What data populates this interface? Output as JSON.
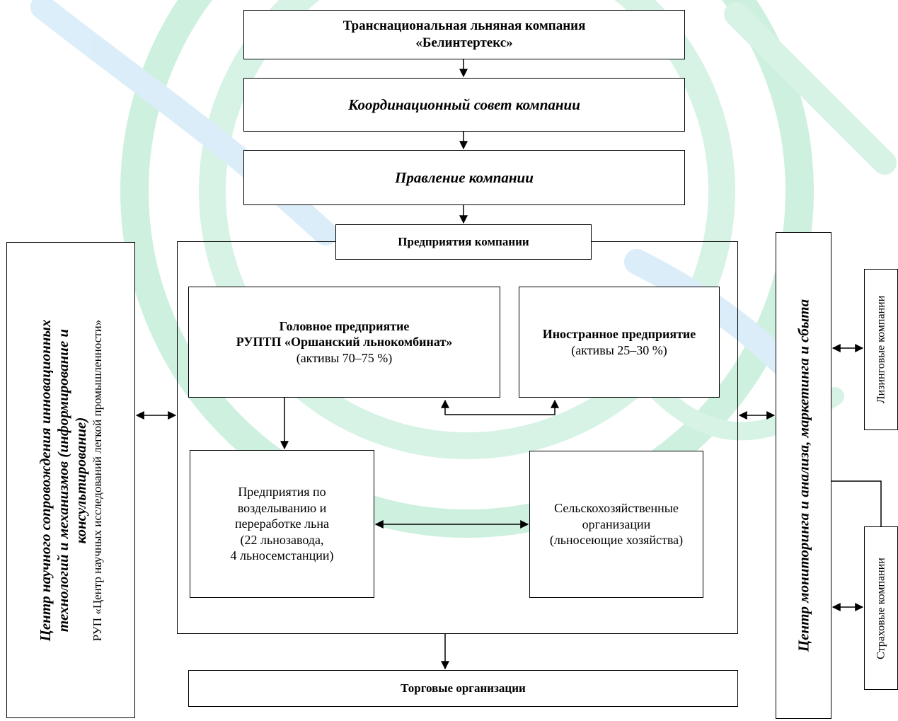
{
  "company": {
    "title_line1": "Транснациональная льняная компания",
    "title_line2": "«Белинтертекс»"
  },
  "council": {
    "label": "Координационный совет компании"
  },
  "board": {
    "label": "Правление компании"
  },
  "enterprises": {
    "label": "Предприятия компании"
  },
  "head": {
    "line1": "Головное предприятие",
    "line2": "РУПТП «Оршанский льнокомбинат»",
    "line3": "(активы 70–75 %)"
  },
  "foreign": {
    "line1": "Иностранное предприятие",
    "line2": "(активы 25–30 %)"
  },
  "processing": {
    "line1": "Предприятия по",
    "line2": "возделыванию и",
    "line3": "переработке  льна",
    "line4": "(22 льнозавода,",
    "line5": "4 льносемстанции)"
  },
  "agro": {
    "line1": "Сельскохозяйственные",
    "line2": "организации",
    "line3": "(льносеющие хозяйства)"
  },
  "trade": {
    "label": "Торговые организации"
  },
  "science": {
    "line1": "Центр научного сопровождения инновационных",
    "line2": "технологий и механизмов (информирование и",
    "line3": "консультирование)",
    "line4": "РУП «Центр научных исследований легкой промышленности»"
  },
  "monitoring": {
    "label": "Центр мониторинга и анализа, маркетинга и сбыта"
  },
  "leasing": {
    "label": "Лизинговые компании"
  },
  "insurance": {
    "label": "Страховые компании"
  },
  "colors": {
    "watermark_green": "#2fb37f",
    "watermark_blue": "#3fa7e0"
  }
}
